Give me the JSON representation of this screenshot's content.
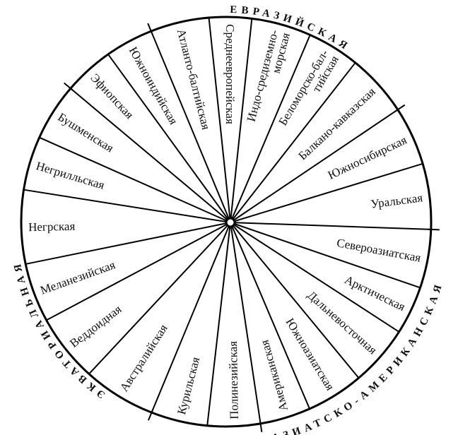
{
  "groups": {
    "eurasian": "ЕВРАЗИЙСКАЯ",
    "asian_american": "АЗИАТСКО-АМЕРИКАНСКАЯ",
    "equatorial": "ЭКВАТОРИАЛЬНАЯ"
  },
  "races": [
    {
      "lines": [
        "Атланто-балтийская"
      ]
    },
    {
      "lines": [
        "Среднеевропейская"
      ]
    },
    {
      "lines": [
        "Индо-средиземно-",
        "морская"
      ]
    },
    {
      "lines": [
        "Беломорско-бал-",
        "тийская"
      ]
    },
    {
      "lines": [
        "Балкано-кавказская"
      ]
    },
    {
      "lines": [
        "Южносибирская"
      ]
    },
    {
      "lines": [
        "Уральская"
      ]
    },
    {
      "lines": [
        "Североазиатская"
      ]
    },
    {
      "lines": [
        "Арктическая"
      ]
    },
    {
      "lines": [
        "Дальневосточная"
      ]
    },
    {
      "lines": [
        "Южноазиатская"
      ]
    },
    {
      "lines": [
        "Американская"
      ]
    },
    {
      "lines": [
        "Полинезийская"
      ]
    },
    {
      "lines": [
        "Курильская"
      ]
    },
    {
      "lines": [
        "Австралийская"
      ]
    },
    {
      "lines": [
        "Веддоидная"
      ]
    },
    {
      "lines": [
        "Меланезийская"
      ]
    },
    {
      "lines": [
        "Негрская"
      ]
    },
    {
      "lines": [
        "Негрилльская"
      ]
    },
    {
      "lines": [
        "Бушменская"
      ]
    },
    {
      "lines": [
        "Эфиопская"
      ]
    },
    {
      "lines": [
        "Южноиндийская"
      ]
    }
  ]
}
